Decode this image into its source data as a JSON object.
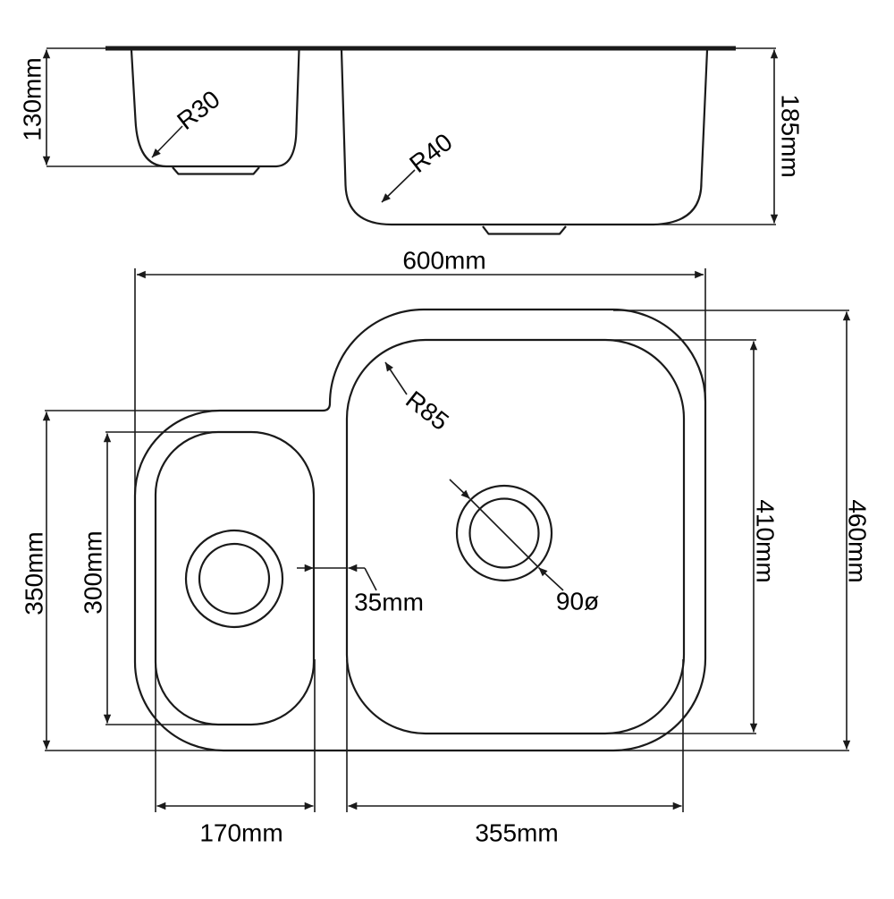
{
  "labels": {
    "left_bowl_depth": "130mm",
    "main_bowl_depth": "185mm",
    "left_bowl_bottom_radius": "R30",
    "main_bowl_bottom_radius": "R40",
    "overall_width": "600mm",
    "left_section_depth": "350mm",
    "left_bowl_length": "300mm",
    "overall_depth": "460mm",
    "main_bowl_length": "410mm",
    "bowl_gap": "35mm",
    "drain_diameter": "90ø",
    "left_bowl_width": "170mm",
    "main_bowl_width": "355mm",
    "plan_corner_radius": "R85"
  },
  "colors": {
    "line": "#1a1a1a",
    "background": "#ffffff"
  }
}
